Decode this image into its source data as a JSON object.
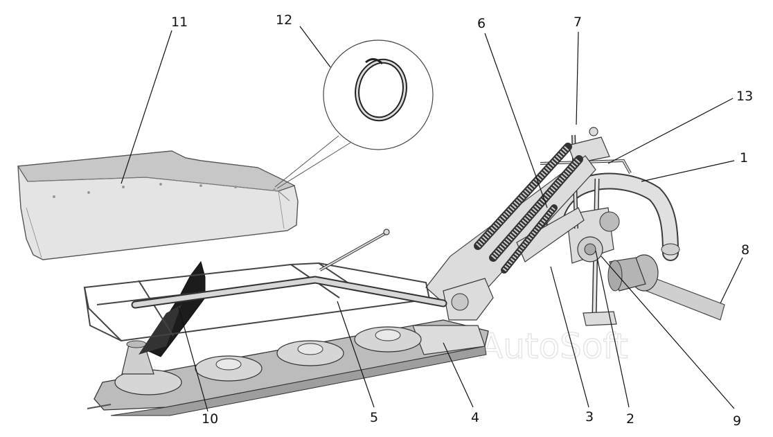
{
  "watermark": "AutoSoft",
  "callouts": [
    {
      "id": "1",
      "label": "1"
    },
    {
      "id": "2",
      "label": "2"
    },
    {
      "id": "3",
      "label": "3"
    },
    {
      "id": "4",
      "label": "4"
    },
    {
      "id": "5",
      "label": "5"
    },
    {
      "id": "6",
      "label": "6"
    },
    {
      "id": "7",
      "label": "7"
    },
    {
      "id": "8",
      "label": "8"
    },
    {
      "id": "9",
      "label": "9"
    },
    {
      "id": "10",
      "label": "10"
    },
    {
      "id": "11",
      "label": "11"
    },
    {
      "id": "12",
      "label": "12"
    },
    {
      "id": "13",
      "label": "13"
    }
  ]
}
